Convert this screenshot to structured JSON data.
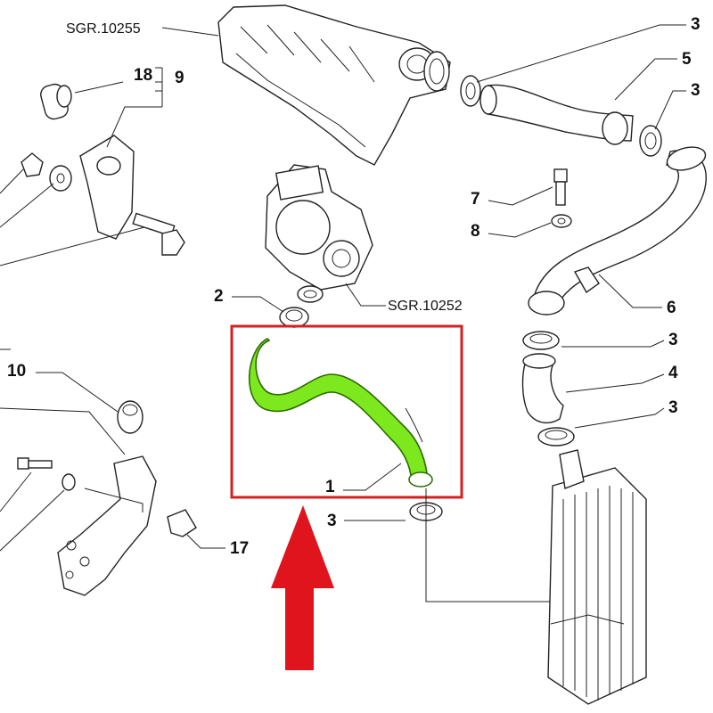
{
  "diagram": {
    "references": {
      "manifold": "SGR.10255",
      "turbo": "SGR.10252"
    },
    "callouts": {
      "c1": "1",
      "c2": "2",
      "c3a": "3",
      "c3b": "3",
      "c3c": "3",
      "c3d": "3",
      "c3e": "3",
      "c4": "4",
      "c5": "5",
      "c6": "6",
      "c7": "7",
      "c8": "8",
      "c9": "9",
      "c10": "10",
      "c17": "17",
      "c18": "18"
    },
    "highlight": {
      "part": "1",
      "hose_color": "#7ee81e",
      "box_color": "#d61f1f",
      "arrow_color": "#e0141c"
    }
  }
}
